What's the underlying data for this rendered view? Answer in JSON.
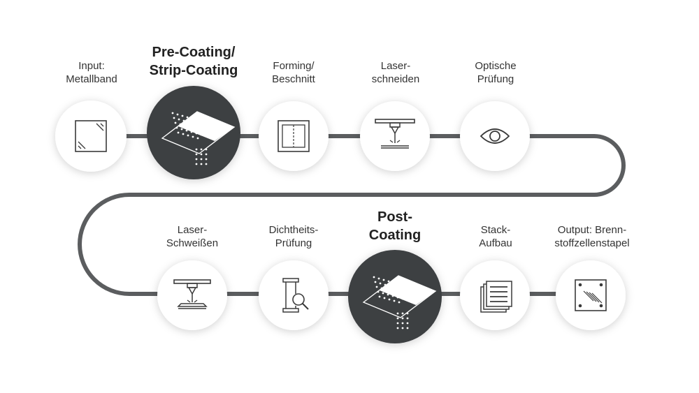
{
  "title": "",
  "colors": {
    "connector": "#5b5d5f",
    "dark_node": "#3d3f42",
    "light_node": "#ffffff",
    "icon_dark": "#3a3a3a",
    "icon_light": "#ffffff"
  },
  "steps": [
    {
      "label": "Input:\nMetallband",
      "emphasis": false,
      "icon": "metal-sheet-icon"
    },
    {
      "label": "Pre-Coating/\nStrip-Coating",
      "emphasis": true,
      "icon": "coating-icon"
    },
    {
      "label": "Forming/\nBeschnitt",
      "emphasis": false,
      "icon": "forming-icon"
    },
    {
      "label": "Laser-\nschneiden",
      "emphasis": false,
      "icon": "laser-cutting-icon"
    },
    {
      "label": "Optische\nPrüfung",
      "emphasis": false,
      "icon": "eye-icon"
    },
    {
      "label": "Laser-\nSchweißen",
      "emphasis": false,
      "icon": "laser-welding-icon"
    },
    {
      "label": "Dichtheits-\nPrüfung",
      "emphasis": false,
      "icon": "leak-test-icon"
    },
    {
      "label": "Post-\nCoating",
      "emphasis": true,
      "icon": "coating-icon"
    },
    {
      "label": "Stack-\nAufbau",
      "emphasis": false,
      "icon": "stack-icon"
    },
    {
      "label": "Output: Brenn-\nstoffzellenstapel",
      "emphasis": false,
      "icon": "fuel-cell-stack-icon"
    }
  ]
}
